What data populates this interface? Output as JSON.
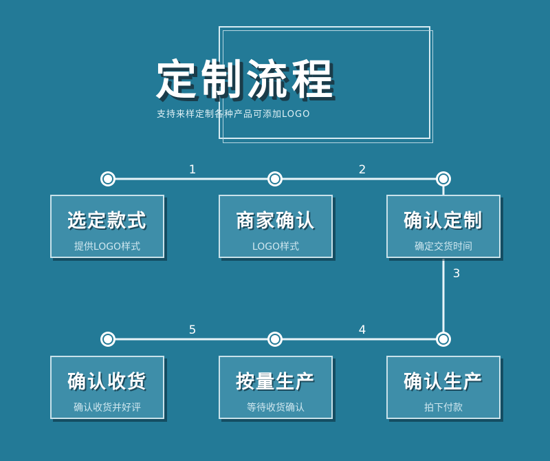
{
  "header": {
    "title": "定制流程",
    "subtitle": "支持来样定制各种产品可添加LOGO"
  },
  "steps": [
    {
      "title": "选定款式",
      "desc": "提供LOGO样式"
    },
    {
      "title": "商家确认",
      "desc": "LOGO样式"
    },
    {
      "title": "确认定制",
      "desc": "确定交货时间"
    },
    {
      "title": "确认收货",
      "desc": "确认收货并好评"
    },
    {
      "title": "按量生产",
      "desc": "等待收货确认"
    },
    {
      "title": "确认生产",
      "desc": "拍下付款"
    }
  ],
  "connectors": [
    "1",
    "2",
    "3",
    "4",
    "5"
  ],
  "colors": {
    "background": "#237a97",
    "box": "#3e8ea9",
    "line": "#e8f4f8"
  }
}
